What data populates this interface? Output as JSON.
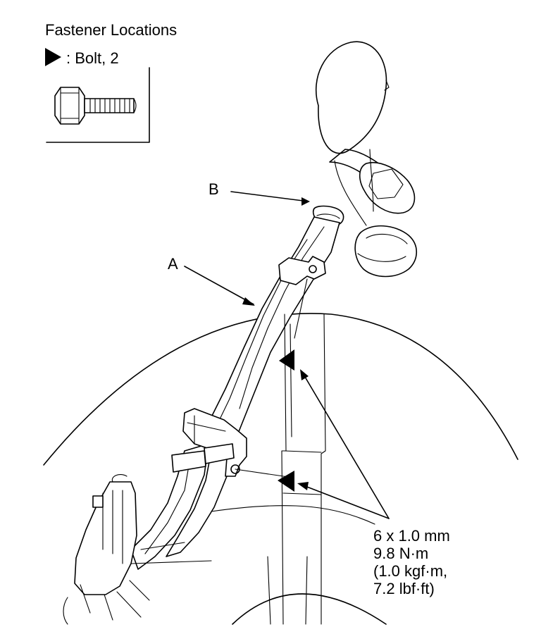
{
  "legend": {
    "title": "Fastener Locations",
    "bolt_label": ": Bolt, 2"
  },
  "callouts": {
    "a": "A",
    "b": "B"
  },
  "torque_spec": {
    "line1": "6 x 1.0 mm",
    "line2": "9.8 N·m",
    "line3": "(1.0 kgf·m,",
    "line4": "7.2 lbf·ft)"
  }
}
